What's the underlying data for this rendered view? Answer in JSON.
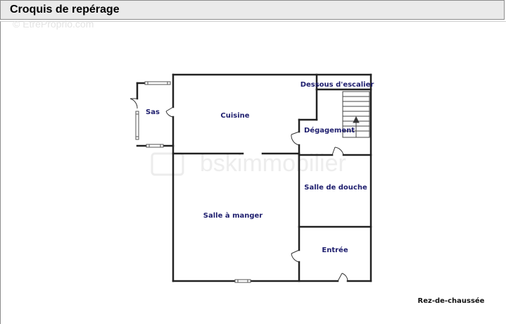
{
  "header": {
    "title": "Croquis de repérage"
  },
  "watermarks": {
    "top": "© EtreProprio.com",
    "center": "bskimmobilier"
  },
  "rooms": {
    "sas": "Sas",
    "cuisine": "Cuisine",
    "dessous_escalier": "Dessous d'escalier",
    "degagement": "Dégagement",
    "salle_de_douche": "Salle de douche",
    "salle_a_manger": "Salle à manger",
    "entree": "Entrée"
  },
  "level": "Rez-de-chaussée"
}
